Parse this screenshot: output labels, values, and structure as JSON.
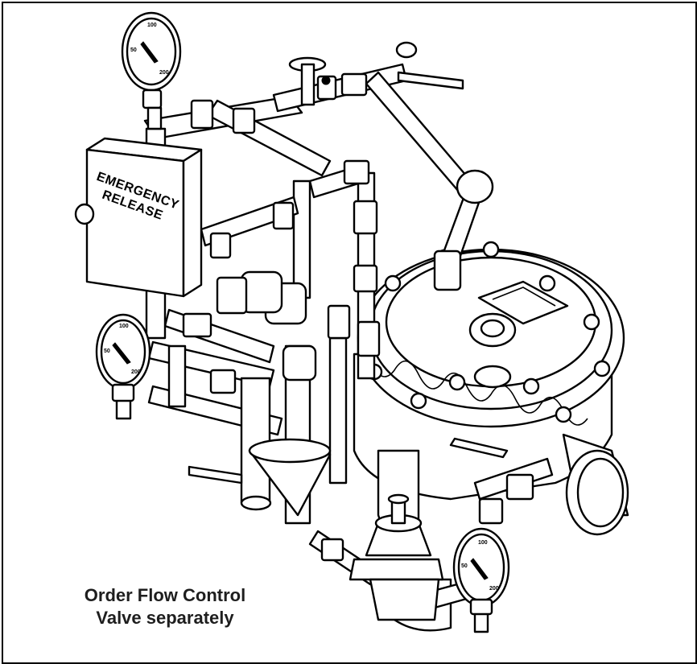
{
  "emergency_box": {
    "line1": "EMERGENCY",
    "line2": "RELEASE"
  },
  "gauges": [
    {
      "name": "gauge-top-left",
      "marks": [
        "100",
        "50",
        "200"
      ]
    },
    {
      "name": "gauge-mid-left",
      "marks": [
        "100",
        "50",
        "200"
      ]
    },
    {
      "name": "gauge-bottom-right",
      "marks": [
        "100",
        "50",
        "200"
      ]
    }
  ],
  "note": {
    "line1": "Order Flow Control",
    "line2": "Valve separately"
  }
}
